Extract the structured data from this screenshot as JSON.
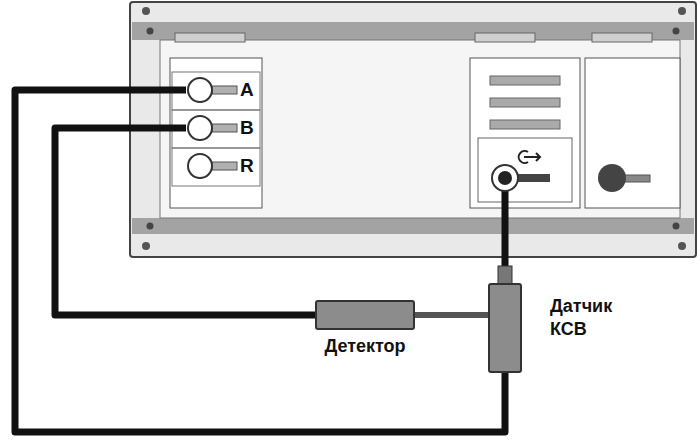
{
  "diagram": {
    "nodes": [
      {
        "text": [
          "A"
        ]
      },
      {
        "text": [
          "B"
        ]
      },
      {
        "text": [
          "R"
        ]
      },
      {
        "text": [
          "Детектор"
        ]
      },
      {
        "text": [
          "Датчик КСВ"
        ]
      }
    ],
    "edges": [
      {
        "from": 0,
        "to": 4,
        "arrow": "none"
      },
      {
        "from": 1,
        "to": 3,
        "arrow": "none"
      },
      {
        "from": 3,
        "to": 4,
        "arrow": "none"
      }
    ]
  }
}
